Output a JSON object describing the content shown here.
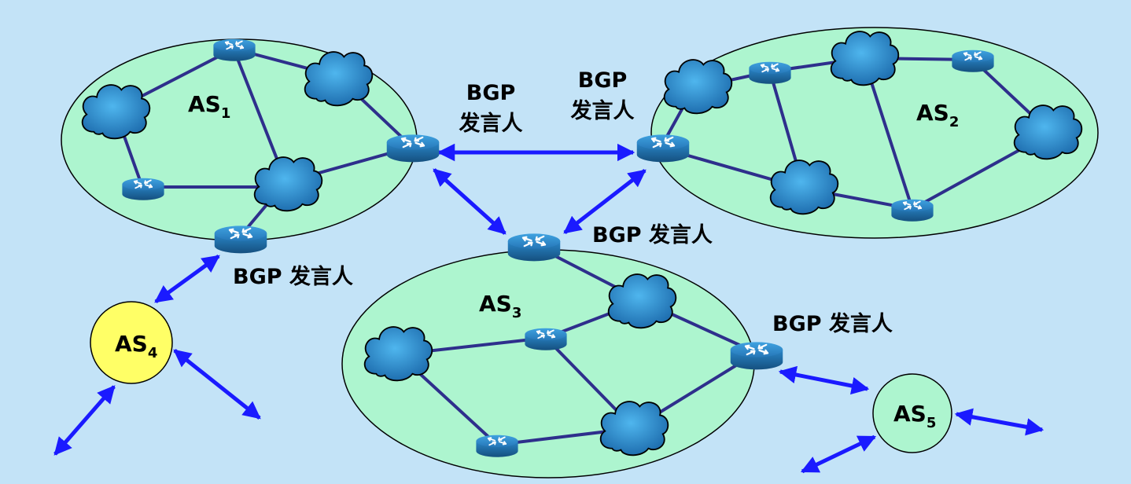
{
  "autonomous_systems": [
    {
      "id": "as1",
      "name": "AS",
      "sub": "1"
    },
    {
      "id": "as2",
      "name": "AS",
      "sub": "2"
    },
    {
      "id": "as3",
      "name": "AS",
      "sub": "3"
    },
    {
      "id": "as4",
      "name": "AS",
      "sub": "4"
    },
    {
      "id": "as5",
      "name": "AS",
      "sub": "5"
    }
  ],
  "speaker_labels": {
    "as1_top_line1": "BGP",
    "as1_top_line2": "发言人",
    "as2_line1": "BGP",
    "as2_line2": "发言人",
    "as3_top": "BGP 发言人",
    "as1_bottom": "BGP 发言人",
    "as3_right": "BGP 发言人"
  },
  "colors": {
    "background": "#c3e3f7",
    "as_fill": "#adf5cf",
    "as4_fill": "#ffff66",
    "link": "#2e2f8c",
    "bgp_arrow": "#1a1aff",
    "router": "#2c8fd0",
    "cloud": "#2c8fd0"
  }
}
